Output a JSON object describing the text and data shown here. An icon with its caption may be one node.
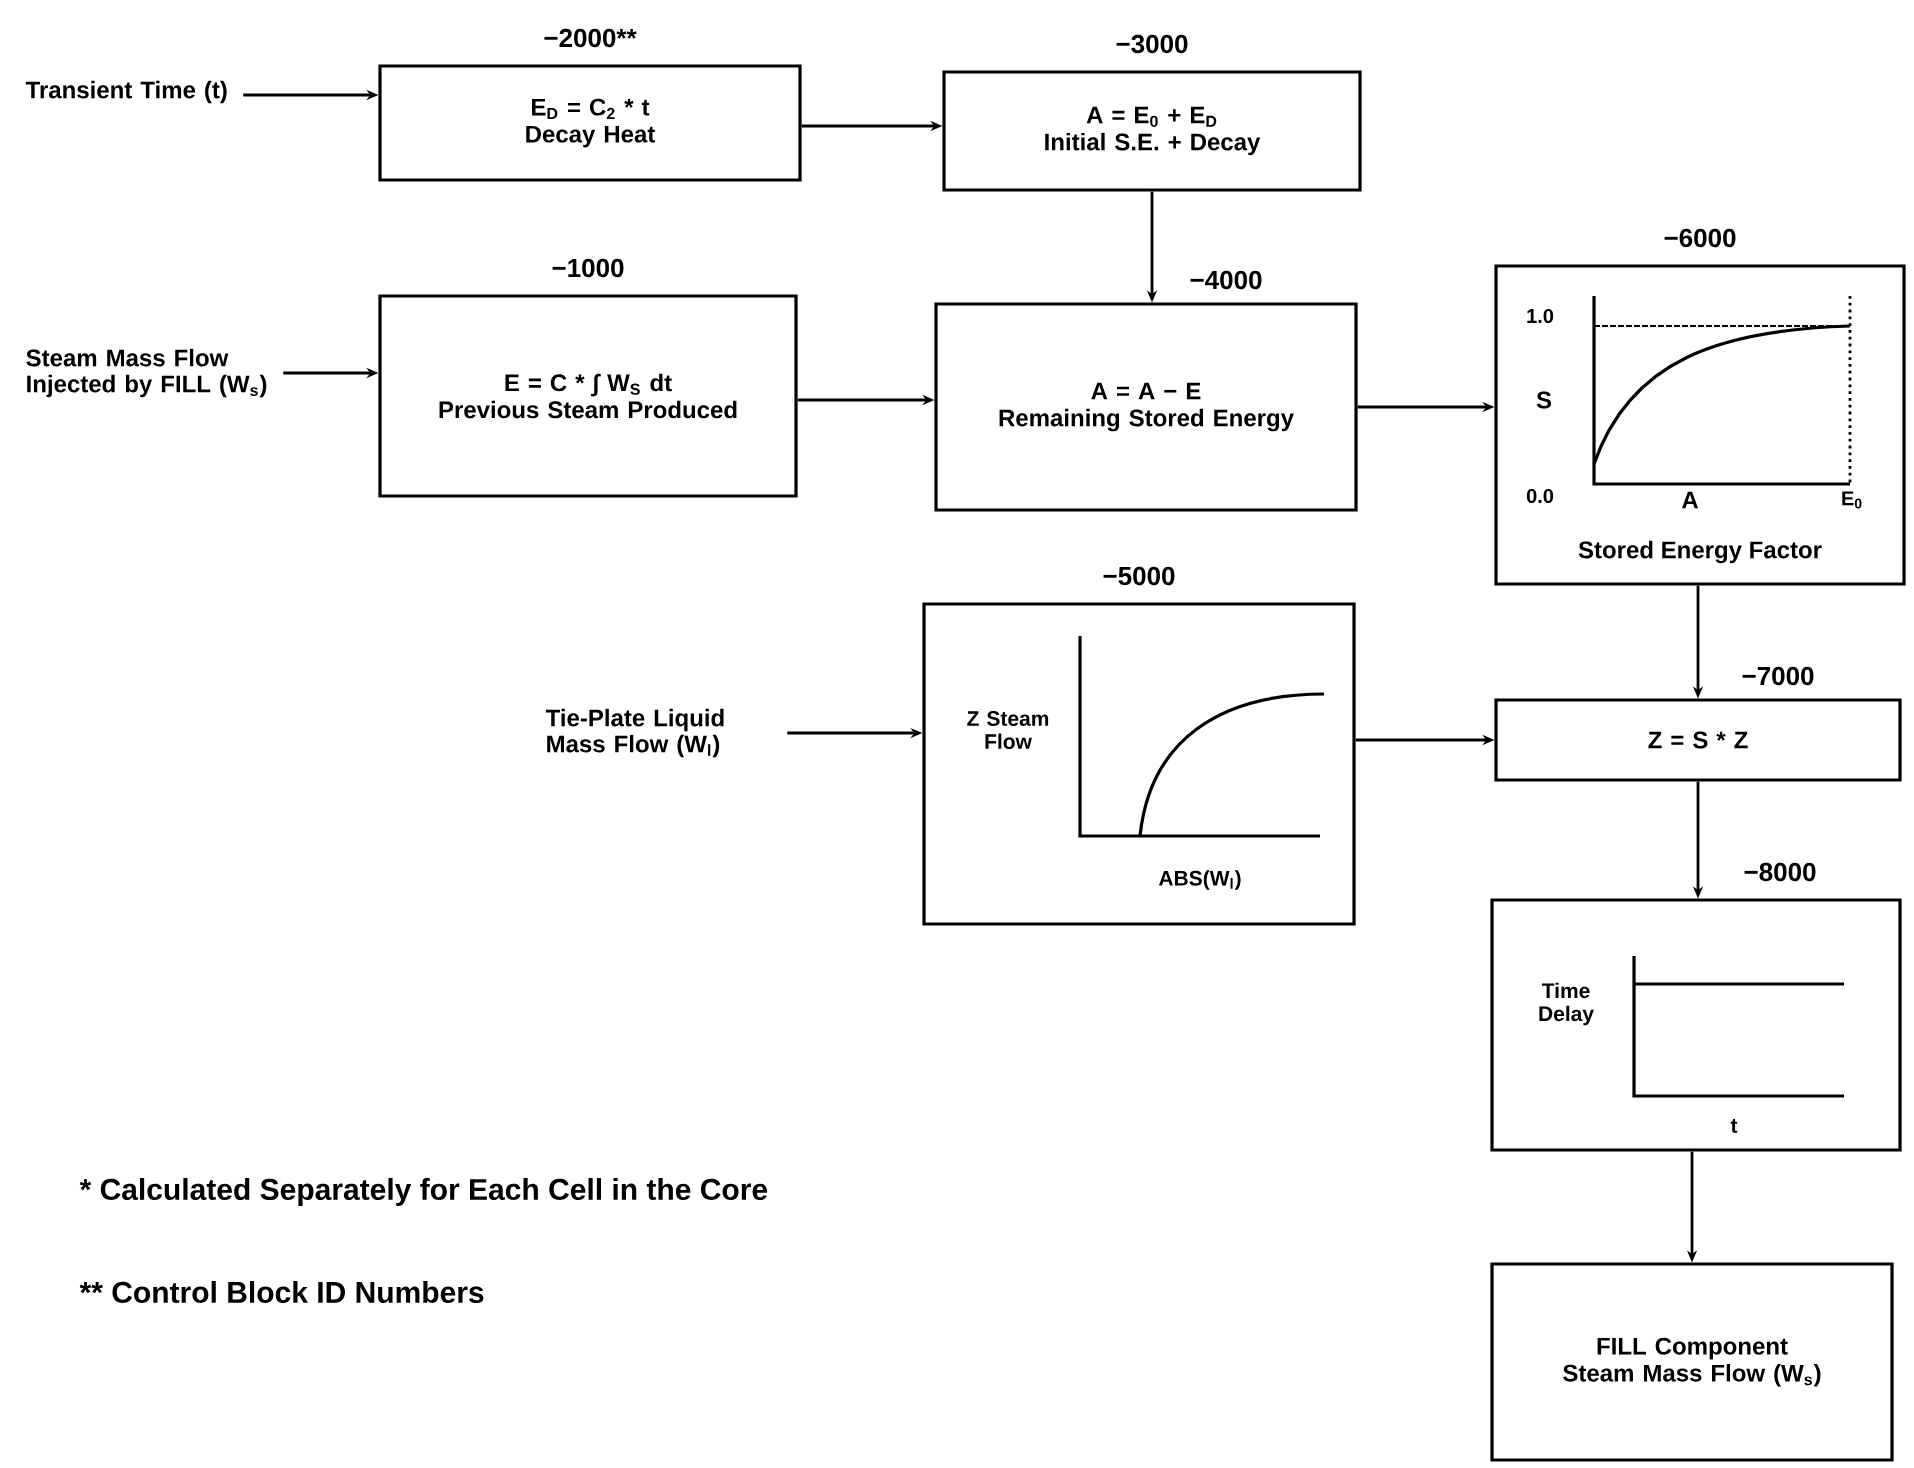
{
  "diagram": {
    "nodes": [
      {
        "text": [
          "Transient Time (t)"
        ]
      },
      {
        "text": [
          "E$_{D}$ = C$_{2}$ * t",
          "Decay Heat"
        ],
        "beside": [
          "−2000**"
        ]
      },
      {
        "text": [
          "A = E$_{0}$ + E$_{D}$",
          "Initial S.E. + Decay"
        ],
        "beside": [
          "−3000"
        ]
      },
      {
        "text": [
          "Steam Mass Flow Injected by FILL (W$_{s}$)"
        ]
      },
      {
        "text": [
          "E = C * ∫ W$_{S}$ dt",
          "Previous Steam Produced"
        ],
        "beside": [
          "−1000"
        ]
      },
      {
        "text": [
          "A = A − E",
          "Remaining Stored Energy"
        ],
        "beside": [
          "−4000"
        ]
      },
      {
        "text": [
          "1.0",
          "S",
          "0.0",
          "A",
          "E$_{0}$",
          "Stored Energy Factor"
        ],
        "beside": [
          "−6000"
        ]
      },
      {
        "text": [
          "Tie-Plate Liquid Mass Flow (W$_{l}$)"
        ]
      },
      {
        "text": [
          "Z Steam Flow",
          "ABS(W$_{l}$)"
        ],
        "beside": [
          "−5000"
        ]
      },
      {
        "text": [
          "Z = S * Z"
        ],
        "beside": [
          "−7000"
        ]
      },
      {
        "text": [
          "Time Delay",
          "t"
        ],
        "beside": [
          "−8000"
        ]
      },
      {
        "text": [
          "FILL Component Steam Mass Flow (W$_{s}$)"
        ]
      }
    ],
    "edges": [
      {
        "from": 0,
        "to": 1,
        "arrow": "to"
      },
      {
        "from": 1,
        "to": 2,
        "arrow": "to"
      },
      {
        "from": 3,
        "to": 4,
        "arrow": "to"
      },
      {
        "from": 4,
        "to": 5,
        "arrow": "to"
      },
      {
        "from": 2,
        "to": 5,
        "arrow": "to"
      },
      {
        "from": 5,
        "to": 6,
        "arrow": "to"
      },
      {
        "from": 7,
        "to": 8,
        "arrow": "to"
      },
      {
        "from": 8,
        "to": 9,
        "arrow": "to"
      },
      {
        "from": 6,
        "to": 9,
        "arrow": "to"
      },
      {
        "from": 9,
        "to": 10,
        "arrow": "to"
      },
      {
        "from": 10,
        "to": 11,
        "arrow": "to"
      }
    ],
    "labels": [
      "* Calculated Separately for Each Cell in the Core",
      "** Control Block ID Numbers"
    ]
  }
}
